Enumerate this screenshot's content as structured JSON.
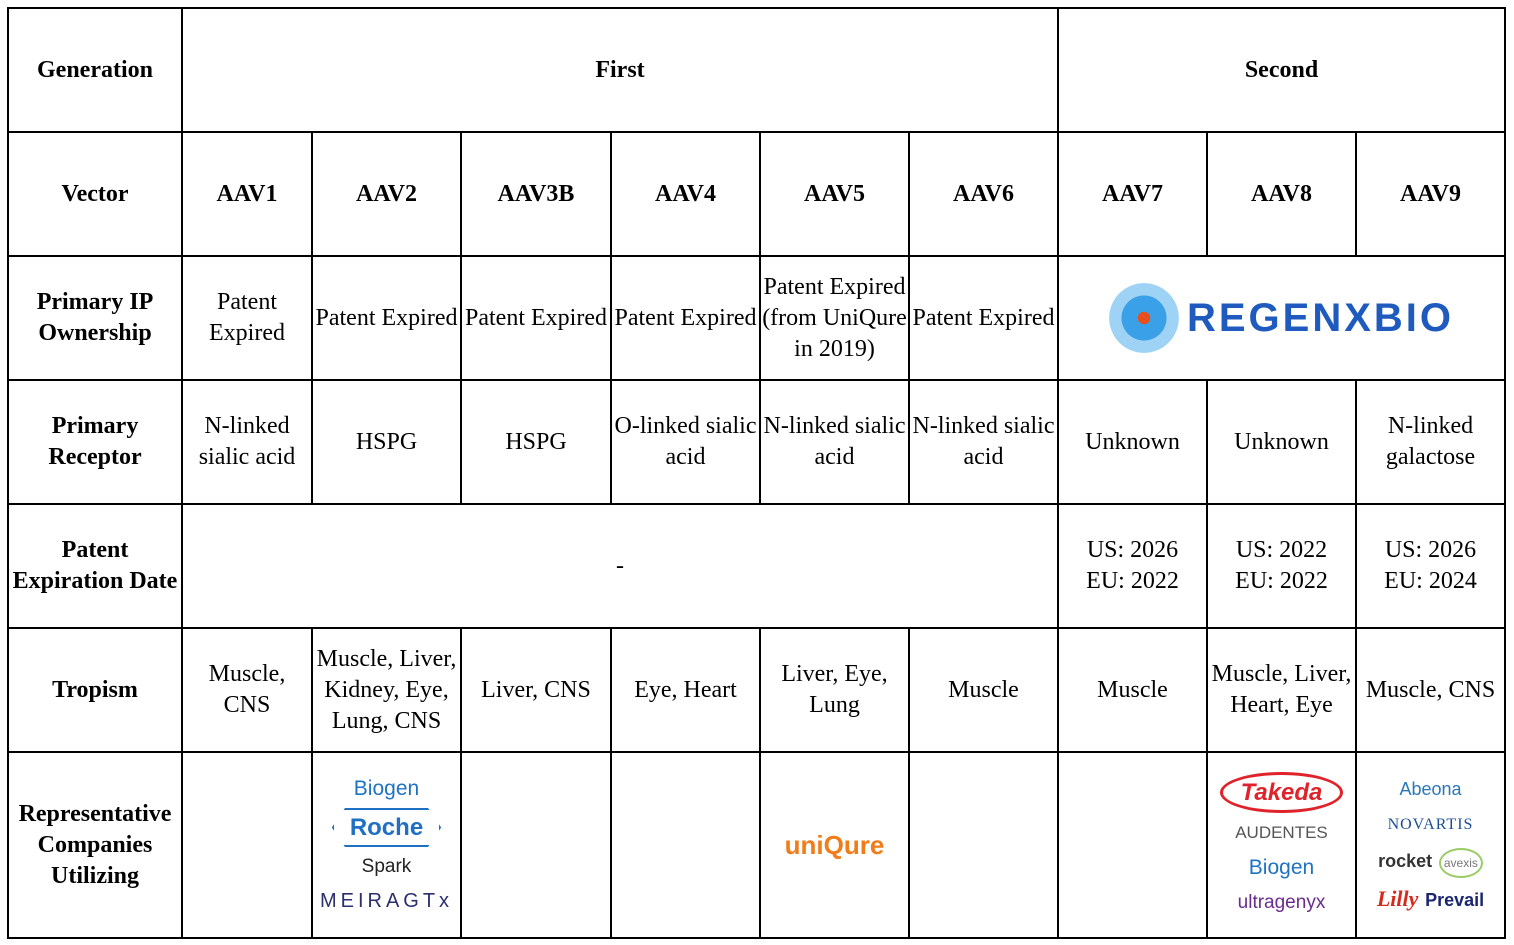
{
  "rows": {
    "generation": {
      "label": "Generation",
      "first": "First",
      "second": "Second"
    },
    "vector": {
      "label": "Vector",
      "cells": [
        "AAV1",
        "AAV2",
        "AAV3B",
        "AAV4",
        "AAV5",
        "AAV6",
        "AAV7",
        "AAV8",
        "AAV9"
      ]
    },
    "ip": {
      "label": "Primary IP Ownership",
      "cells": [
        "Patent Expired",
        "Patent Expired",
        "Patent Expired",
        "Patent Expired",
        "Patent Expired (from UniQure in 2019)",
        "Patent Expired"
      ],
      "regenxbio": "REGENXBIO"
    },
    "receptor": {
      "label": "Primary Receptor",
      "cells": [
        "N-linked sialic acid",
        "HSPG",
        "HSPG",
        "O-linked sialic acid",
        "N-linked sialic acid",
        "N-linked sialic acid",
        "Unknown",
        "Unknown",
        "N-linked galactose"
      ]
    },
    "patent": {
      "label": "Patent Expiration Date",
      "first": "-",
      "cells": [
        "US: 2026 EU: 2022",
        "US: 2022 EU: 2022",
        "US: 2026 EU: 2024"
      ]
    },
    "tropism": {
      "label": "Tropism",
      "cells": [
        "Muscle, CNS",
        "Muscle, Liver, Kidney, Eye, Lung, CNS",
        "Liver, CNS",
        "Eye, Heart",
        "Liver, Eye, Lung",
        "Muscle",
        "Muscle",
        "Muscle, Liver, Heart, Eye",
        "Muscle, CNS"
      ]
    },
    "companies": {
      "label": "Representative Companies Utilizing",
      "aav2": [
        "Biogen",
        "Roche",
        "Spark",
        "MEIRAGTx"
      ],
      "aav5": [
        "uniQure"
      ],
      "aav8": [
        "Takeda",
        "AUDENTES",
        "Biogen",
        "ultragenyx"
      ],
      "aav9": [
        "Abeona",
        "NOVARTIS",
        "rocket",
        "avexis",
        "Lilly",
        "Prevail"
      ]
    }
  }
}
